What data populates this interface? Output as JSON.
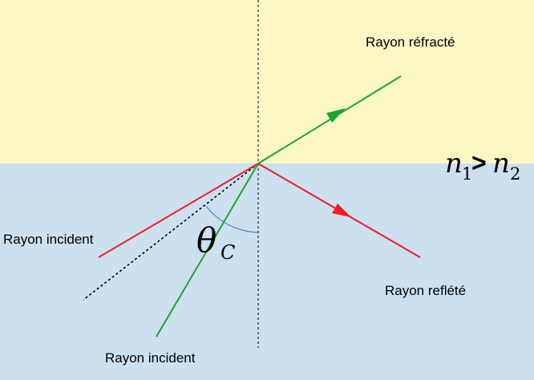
{
  "media": {
    "upper": {
      "color": "#fcf8c6"
    },
    "lower": {
      "color": "#cce0f0"
    }
  },
  "colors": {
    "incident_ray": "#ee1c24",
    "reflected_ray": "#ee1c24",
    "critical_incident_ray": "#1aa52e",
    "refracted_ray": "#1aa52e",
    "normal": "#000000",
    "extension": "#000000",
    "angle_arc": "#3a6cb4"
  },
  "labels": {
    "refracted": "Rayon réfracté",
    "incident_red": "Rayon incident",
    "reflected": "Rayon reflété",
    "incident_green": "Rayon incident"
  },
  "condition": {
    "n": "n",
    "sub1": "1",
    "relation": ">",
    "sub2": "2"
  },
  "angle": {
    "symbol": "θ",
    "subscript": "C"
  }
}
